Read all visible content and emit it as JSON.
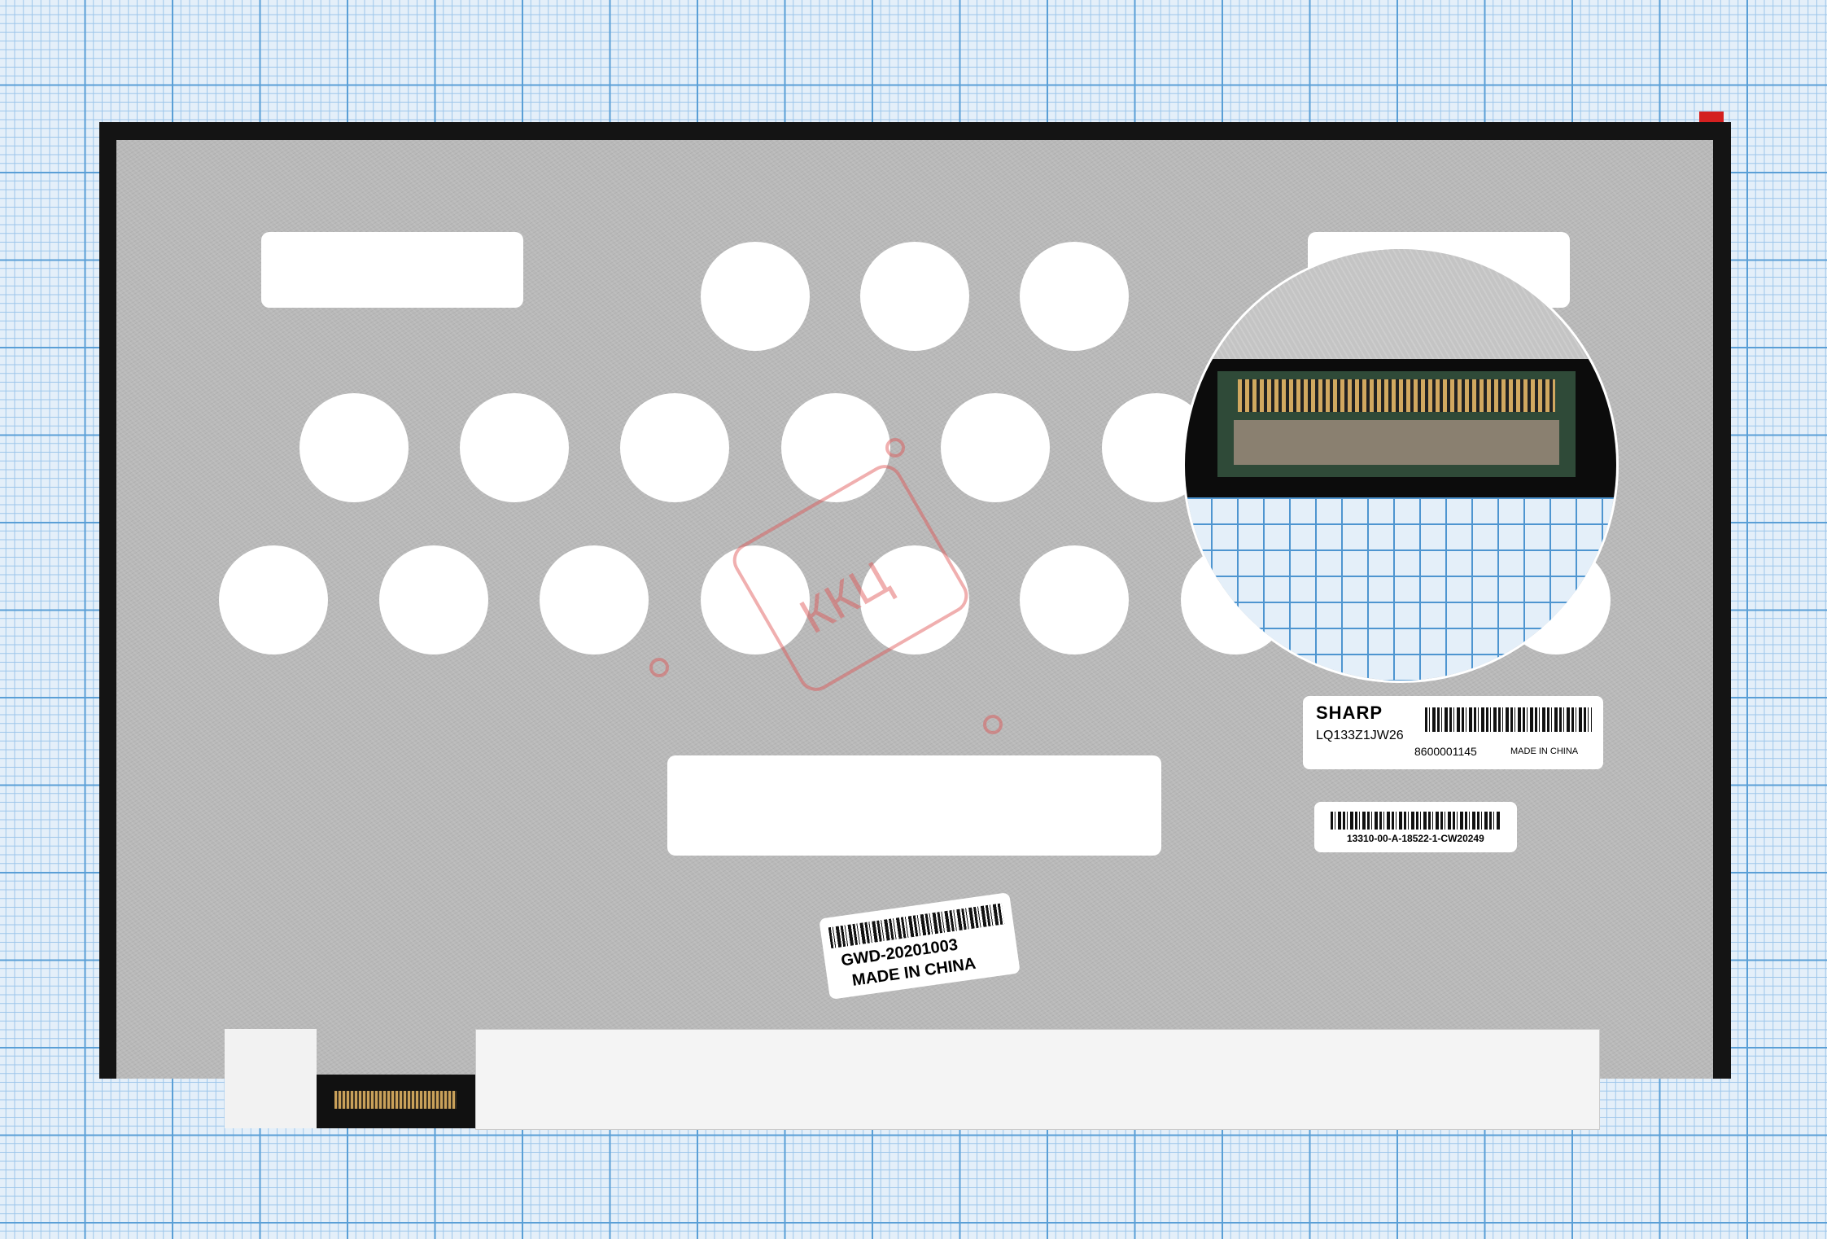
{
  "sharp_label": {
    "brand": "SHARP",
    "model": "LQ133Z1JW26",
    "part_number": "8600001145",
    "origin": "MADE IN CHINA"
  },
  "serial_label": {
    "code": "13310-00-A-18522-1-CW20249"
  },
  "gwd_label": {
    "code": "GWD-20201003",
    "origin": "MADE IN CHINA"
  },
  "watermark": {
    "text": "ККЦ"
  }
}
